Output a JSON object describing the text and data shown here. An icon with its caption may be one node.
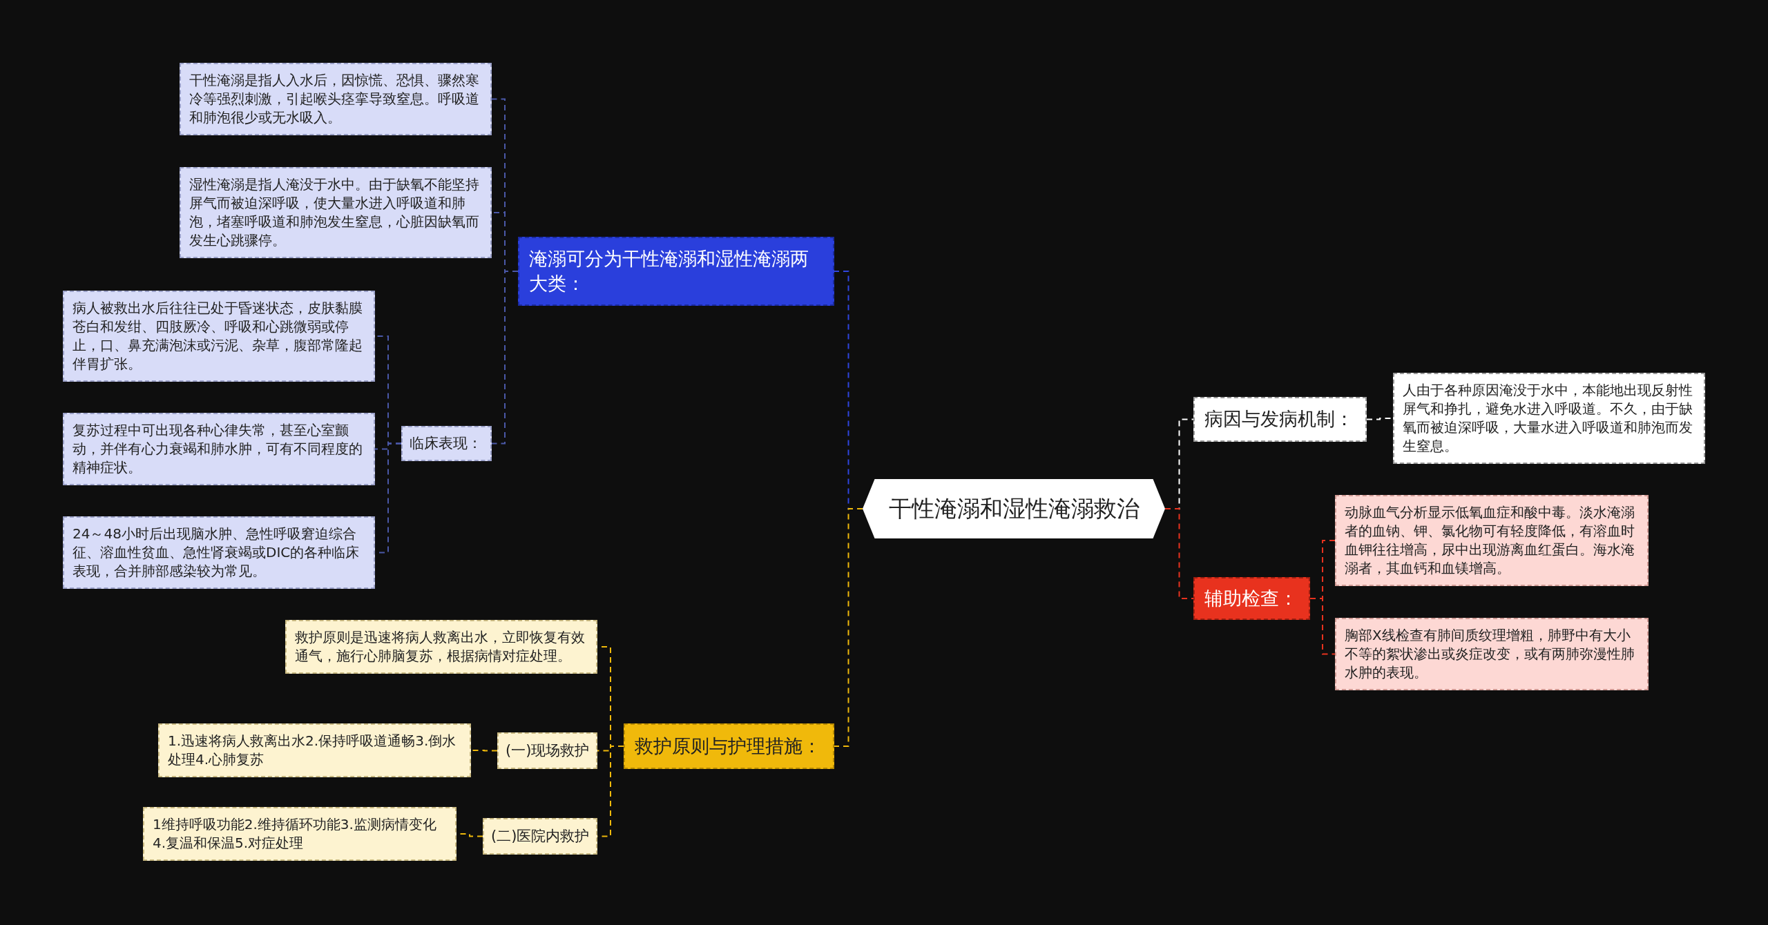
{
  "diagram": {
    "nodes": [
      {
        "text": [
          "干性淹溺和湿性淹溺救治"
        ]
      },
      {
        "text": [
          "淹溺可分为干性淹溺和湿性淹溺两大类："
        ]
      },
      {
        "text": [
          "干性淹溺是指人入水后，因惊慌、恐惧、骤然寒冷等强烈刺激，引起喉头痉挛导致窒息。呼吸道和肺泡很少或无水吸入。"
        ]
      },
      {
        "text": [
          "湿性淹溺是指人淹没于水中。由于缺氧不能坚持屏气而被迫深呼吸，使大量水进入呼吸道和肺泡，堵塞呼吸道和肺泡发生窒息，心脏因缺氧而发生心跳骤停。"
        ]
      },
      {
        "text": [
          "临床表现："
        ]
      },
      {
        "text": [
          "病人被救出水后往往已处于昏迷状态，皮肤黏膜苍白和发绀、四肢厥冷、呼吸和心跳微弱或停止，口、鼻充满泡沫或污泥、杂草，腹部常隆起伴胃扩张。"
        ]
      },
      {
        "text": [
          "复苏过程中可出现各种心律失常，甚至心室颤动，并伴有心力衰竭和肺水肿，可有不同程度的精神症状。"
        ]
      },
      {
        "text": [
          "24～48小时后出现脑水肿、急性呼吸窘迫综合征、溶血性贫血、急性肾衰竭或DIC的各种临床表现，合并肺部感染较为常见。"
        ]
      },
      {
        "text": [
          "救护原则与护理措施："
        ]
      },
      {
        "text": [
          "救护原则是迅速将病人救离出水，立即恢复有效通气，施行心肺脑复苏，根据病情对症处理。"
        ]
      },
      {
        "text": [
          "(一)现场救护"
        ]
      },
      {
        "text": [
          "1.迅速将病人救离出水2.保持呼吸道通畅3.倒水处理4.心肺复苏"
        ]
      },
      {
        "text": [
          "(二)医院内救护"
        ]
      },
      {
        "text": [
          "1维持呼吸功能2.维持循环功能3.监测病情变化4.复温和保温5.对症处理"
        ]
      },
      {
        "text": [
          "病因与发病机制："
        ]
      },
      {
        "text": [
          "人由于各种原因淹没于水中，本能地出现反射性屏气和挣扎，避免水进入呼吸道。不久，由于缺氧而被迫深呼吸，大量水进入呼吸道和肺泡而发生窒息。"
        ]
      },
      {
        "text": [
          "辅助检查："
        ]
      },
      {
        "text": [
          "动脉血气分析显示低氧血症和酸中毒。淡水淹溺者的血钠、钾、氯化物可有轻度降低，有溶血时血钾往往增高，尿中出现游离血红蛋白。海水淹溺者，其血钙和血镁增高。"
        ]
      },
      {
        "text": [
          "胸部X线检查有肺间质纹理增粗，肺野中有大小不等的絮状渗出或炎症改变，或有两肺弥漫性肺水肿的表现。"
        ]
      }
    ],
    "edges": [
      {
        "from": 0,
        "to": 1,
        "arrow": "none",
        "style": "dashed",
        "color": "#2f45e0"
      },
      {
        "from": 1,
        "to": 2,
        "arrow": "none",
        "style": "dashed",
        "color": "#4a58a8"
      },
      {
        "from": 1,
        "to": 3,
        "arrow": "none",
        "style": "dashed",
        "color": "#4a58a8"
      },
      {
        "from": 1,
        "to": 4,
        "arrow": "none",
        "style": "dashed",
        "color": "#4a58a8"
      },
      {
        "from": 4,
        "to": 5,
        "arrow": "none",
        "style": "dashed",
        "color": "#4a58a8"
      },
      {
        "from": 4,
        "to": 6,
        "arrow": "none",
        "style": "dashed",
        "color": "#4a58a8"
      },
      {
        "from": 4,
        "to": 7,
        "arrow": "none",
        "style": "dashed",
        "color": "#4a58a8"
      },
      {
        "from": 0,
        "to": 8,
        "arrow": "none",
        "style": "dashed",
        "color": "#f0b90b"
      },
      {
        "from": 8,
        "to": 9,
        "arrow": "none",
        "style": "dashed",
        "color": "#f0b90b"
      },
      {
        "from": 8,
        "to": 10,
        "arrow": "none",
        "style": "dashed",
        "color": "#f0b90b"
      },
      {
        "from": 10,
        "to": 11,
        "arrow": "none",
        "style": "dashed",
        "color": "#f0b90b"
      },
      {
        "from": 8,
        "to": 12,
        "arrow": "none",
        "style": "dashed",
        "color": "#f0b90b"
      },
      {
        "from": 12,
        "to": 13,
        "arrow": "none",
        "style": "dashed",
        "color": "#f0b90b"
      },
      {
        "from": 0,
        "to": 14,
        "arrow": "none",
        "style": "dashed",
        "color": "#ffffff"
      },
      {
        "from": 14,
        "to": 15,
        "arrow": "none",
        "style": "dashed",
        "color": "#ffffff"
      },
      {
        "from": 0,
        "to": 16,
        "arrow": "none",
        "style": "dashed",
        "color": "#e8321e"
      },
      {
        "from": 16,
        "to": 17,
        "arrow": "none",
        "style": "dashed",
        "color": "#e8321e"
      },
      {
        "from": 16,
        "to": 18,
        "arrow": "none",
        "style": "dashed",
        "color": "#e8321e"
      }
    ]
  }
}
